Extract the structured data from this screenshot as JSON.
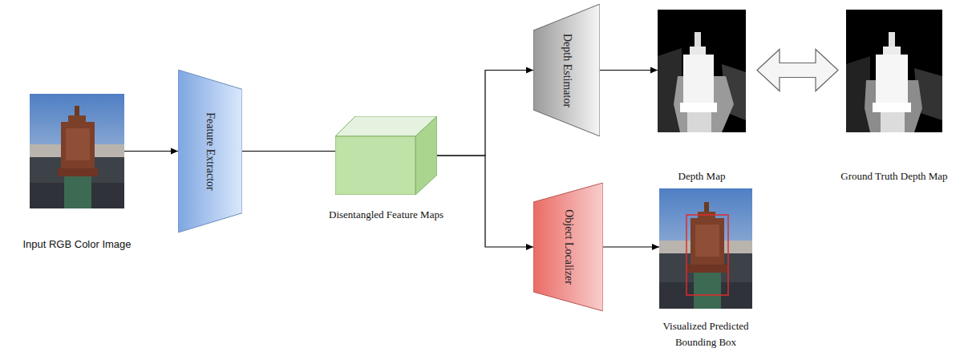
{
  "diagram": {
    "nodes": [
      {
        "text": [
          "Input RGB Color Image"
        ]
      },
      {
        "text": [
          "Feature Extractor"
        ]
      },
      {
        "text": [
          "Disentangled Feature Maps"
        ]
      },
      {
        "text": [
          "Depth Estimator"
        ]
      },
      {
        "text": [
          "Depth Map"
        ]
      },
      {
        "text": [
          "Ground Truth Depth Map"
        ]
      },
      {
        "text": [
          "Object Localizer"
        ]
      },
      {
        "text": [
          "Visualized Predicted Bounding Box"
        ]
      }
    ],
    "edges": [
      {
        "from": 0,
        "to": 1,
        "arrow": "to"
      },
      {
        "from": 1,
        "to": 2,
        "arrow": "none"
      },
      {
        "from": 2,
        "to": 3,
        "arrow": "to"
      },
      {
        "from": 2,
        "to": 6,
        "arrow": "to"
      },
      {
        "from": 3,
        "to": 4,
        "arrow": "to"
      },
      {
        "from": 4,
        "to": 5,
        "arrow": "both"
      },
      {
        "from": 6,
        "to": 7,
        "arrow": "to"
      }
    ]
  }
}
